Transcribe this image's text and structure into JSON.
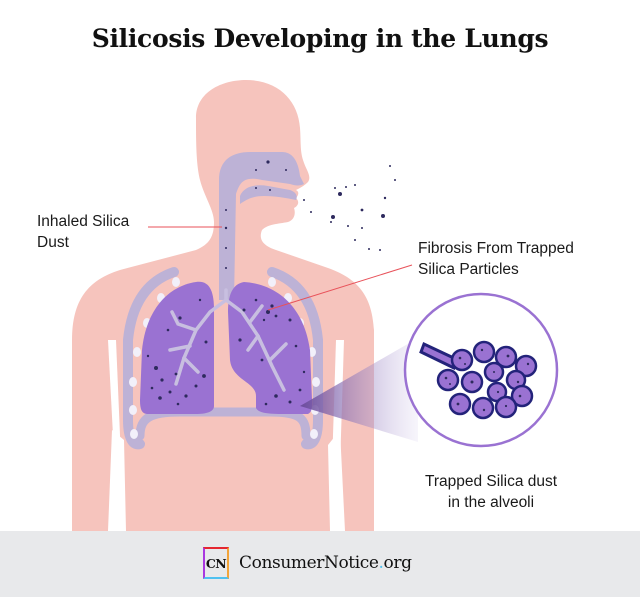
{
  "title": "Silicosis Developing in the Lungs",
  "labels": {
    "inhaled": {
      "line1": "Inhaled Silica",
      "line2": "Dust"
    },
    "fibrosis": {
      "line1": "Fibrosis From Trapped",
      "line2": "Silica Particles"
    },
    "trapped": {
      "line1": "Trapped Silica dust",
      "line2": "in the alveoli"
    }
  },
  "footer": {
    "logo_mark": "CN",
    "brand_name": "ConsumerNotice",
    "brand_dot": ".",
    "brand_tld": "org"
  },
  "colors": {
    "skin": "#f6c4bd",
    "airway": "#bdb2d6",
    "lung": "#9a72d2",
    "particle": "#2e2a5e",
    "leader_line": "#e8525a",
    "magnifier_ring": "#9a72d2",
    "alveoli_fill": "#9a72d2",
    "alveoli_outline": "#23237a",
    "footer_bg": "#e8e9eb",
    "logo_top": "#e52730",
    "logo_right": "#f2a43a",
    "logo_bottom": "#4fc1f0",
    "logo_left": "#a938e0"
  },
  "icons": {
    "logo": "cn-logo-icon"
  }
}
